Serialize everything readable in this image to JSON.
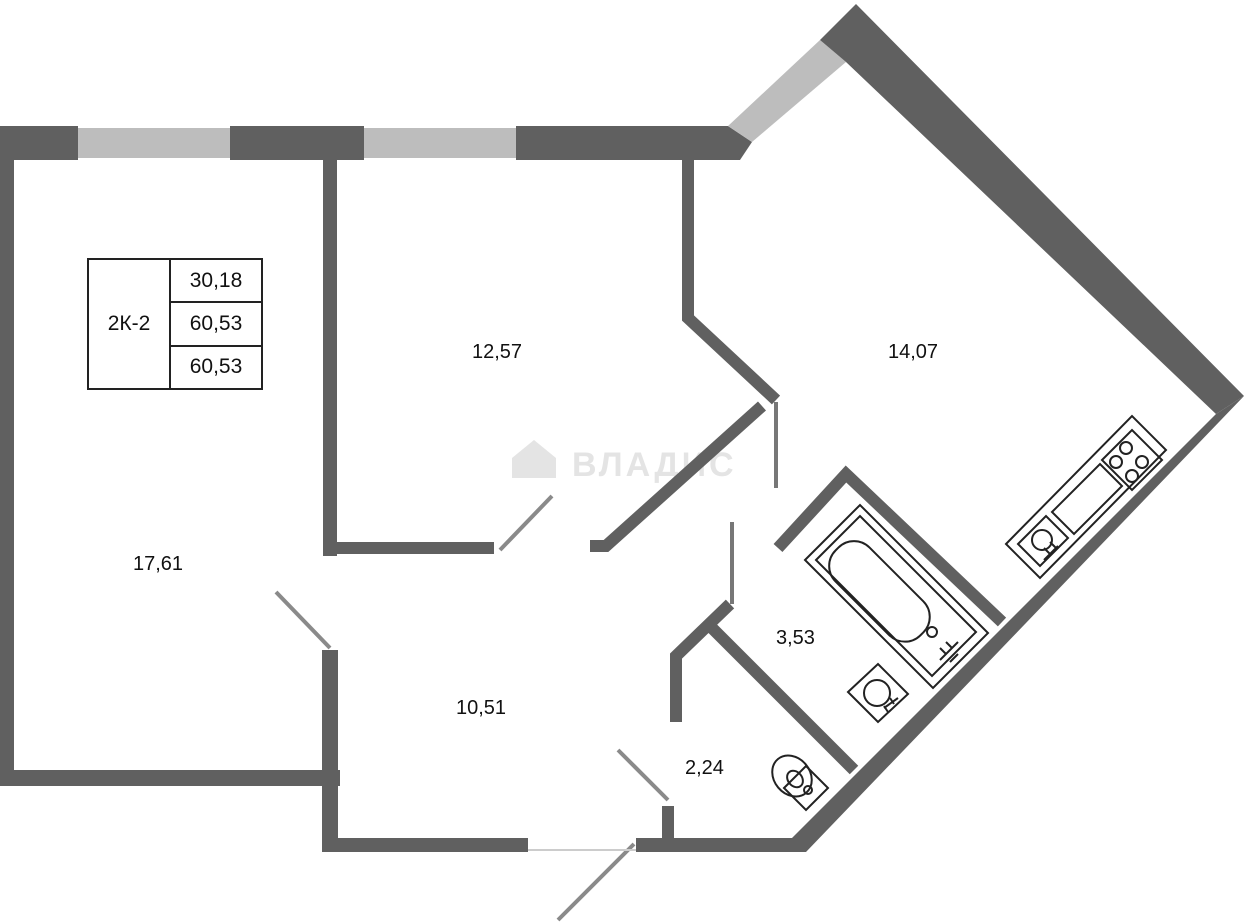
{
  "apartment": {
    "code": "2К-2",
    "areas": [
      "30,18",
      "60,53",
      "60,53"
    ]
  },
  "rooms": {
    "room_left": "17,61",
    "room_middle": "12,57",
    "kitchen": "14,07",
    "hall": "10,51",
    "bathroom": "3,53",
    "toilet": "2,24"
  },
  "watermark": "ВЛАДИС",
  "colors": {
    "wall": "#606060",
    "window": "#bdbdbd"
  }
}
